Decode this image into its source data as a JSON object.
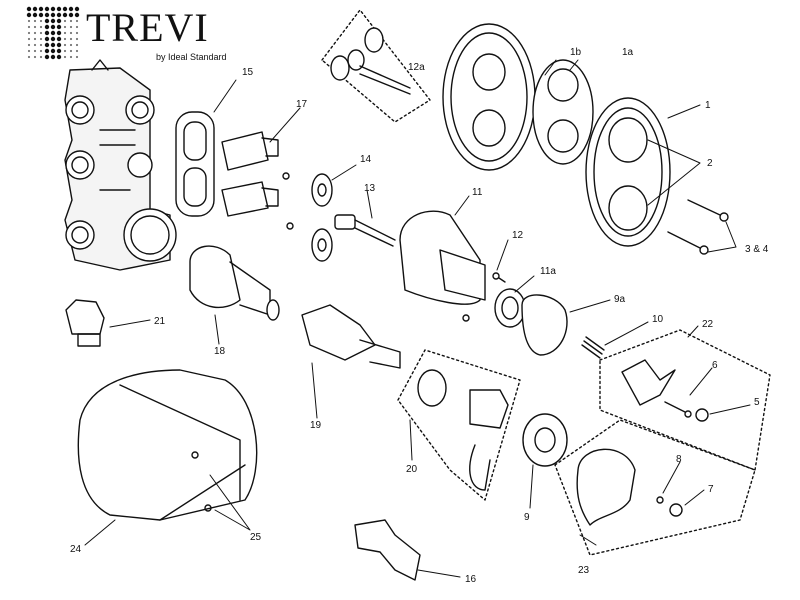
{
  "brand": {
    "name": "TREVI",
    "subtitle": "by Ideal Standard"
  },
  "labels": {
    "p1": "1",
    "p1a": "1a",
    "p1b": "1b",
    "p2": "2",
    "p3_4": "3 & 4",
    "p5": "5",
    "p6": "6",
    "p7": "7",
    "p8": "8",
    "p9": "9",
    "p9a": "9a",
    "p10": "10",
    "p11": "11",
    "p11a": "11a",
    "p12": "12",
    "p12a": "12a",
    "p13": "13",
    "p14": "14",
    "p15": "15",
    "p16": "16",
    "p17": "17",
    "p18": "18",
    "p19": "19",
    "p20": "20",
    "p21": "21",
    "p22": "22",
    "p23": "23",
    "p24": "24",
    "p25": "25"
  },
  "colors": {
    "line": "#111111",
    "background": "#ffffff"
  }
}
